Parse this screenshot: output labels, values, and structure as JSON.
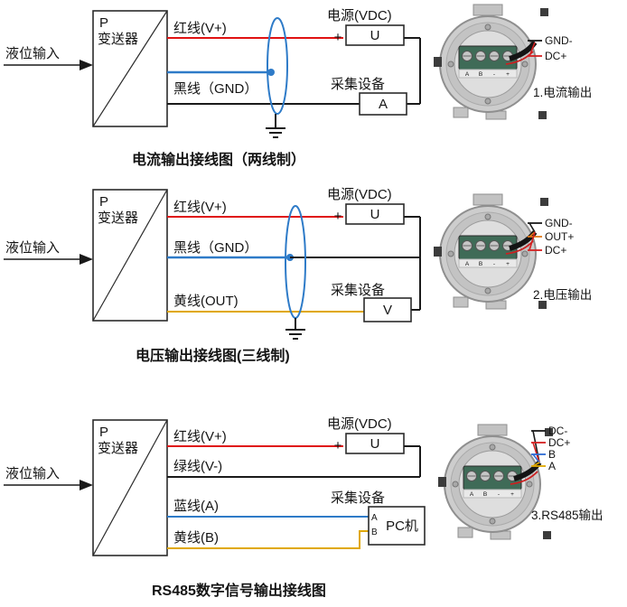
{
  "colors": {
    "red": "#e01212",
    "black": "#1a1a1a",
    "shield_blue": "#2e7bc8",
    "yellow": "#e0a800",
    "orange": "#e07818"
  },
  "terminal_pins": [
    "A",
    "B",
    "-",
    "+"
  ],
  "sections": [
    {
      "input_label": "液位输入",
      "transmitter": {
        "line1": "P",
        "line2": "变送器"
      },
      "power": {
        "label": "电源(VDC)",
        "unit": "U",
        "plus": "+",
        "minus": "-"
      },
      "device": {
        "label": "采集设备",
        "unit": "A"
      },
      "wires": [
        {
          "label": "红线(V+)",
          "color": "#e01212"
        },
        {
          "label": "黑线（GND）",
          "color": "#1a1a1a"
        }
      ],
      "caption": "电流输出接线图（两线制）",
      "terminal": {
        "labels": [
          {
            "text": "GND-",
            "text_color": "#1a1a1a",
            "tick_color": "#1a1a1a"
          },
          {
            "text": "DC+",
            "text_color": "#d42020",
            "tick_color": "#d42020"
          }
        ],
        "note": "1.电流输出"
      }
    },
    {
      "input_label": "液位输入",
      "transmitter": {
        "line1": "P",
        "line2": "变送器"
      },
      "power": {
        "label": "电源(VDC)",
        "unit": "U",
        "plus": "+",
        "minus": "-"
      },
      "device": {
        "label": "采集设备",
        "unit": "V"
      },
      "wires": [
        {
          "label": "红线(V+)",
          "color": "#e01212"
        },
        {
          "label": "黑线（GND）",
          "color": "#1a1a1a"
        },
        {
          "label": "黄线(OUT)",
          "color": "#e0a800"
        }
      ],
      "caption": "电压输出接线图(三线制)",
      "terminal": {
        "labels": [
          {
            "text": "GND-",
            "text_color": "#1a1a1a",
            "tick_color": "#1a1a1a"
          },
          {
            "text": "OUT+",
            "text_color": "#e07818",
            "tick_color": "#e07818"
          },
          {
            "text": "DC+",
            "text_color": "#d42020",
            "tick_color": "#d42020"
          }
        ],
        "note": "2.电压输出"
      }
    },
    {
      "input_label": "液位输入",
      "transmitter": {
        "line1": "P",
        "line2": "变送器"
      },
      "power": {
        "label": "电源(VDC)",
        "unit": "U",
        "plus": "+",
        "minus": "-"
      },
      "device": {
        "label": "采集设备",
        "unit": "PC机",
        "ports": [
          "A",
          "B"
        ]
      },
      "wires": [
        {
          "label": "红线(V+)",
          "color": "#e01212"
        },
        {
          "label": "绿线(V-)",
          "color": "#1a1a1a"
        },
        {
          "label": "蓝线(A)",
          "color": "#2e7bc8"
        },
        {
          "label": "黄线(B)",
          "color": "#e0a800"
        }
      ],
      "caption": "RS485数字信号输出接线图",
      "terminal": {
        "labels": [
          {
            "text": "DC-",
            "text_color": "#1a1a1a",
            "tick_color": "#1a1a1a"
          },
          {
            "text": "DC+",
            "text_color": "#d42020",
            "tick_color": "#d42020"
          },
          {
            "text": "B",
            "text_color": "#2e6bd4",
            "tick_color": "#2e6bd4"
          },
          {
            "text": "A",
            "text_color": "#1a1a1a",
            "tick_color": "#e0a800"
          }
        ],
        "note": "3.RS485输出"
      }
    }
  ]
}
